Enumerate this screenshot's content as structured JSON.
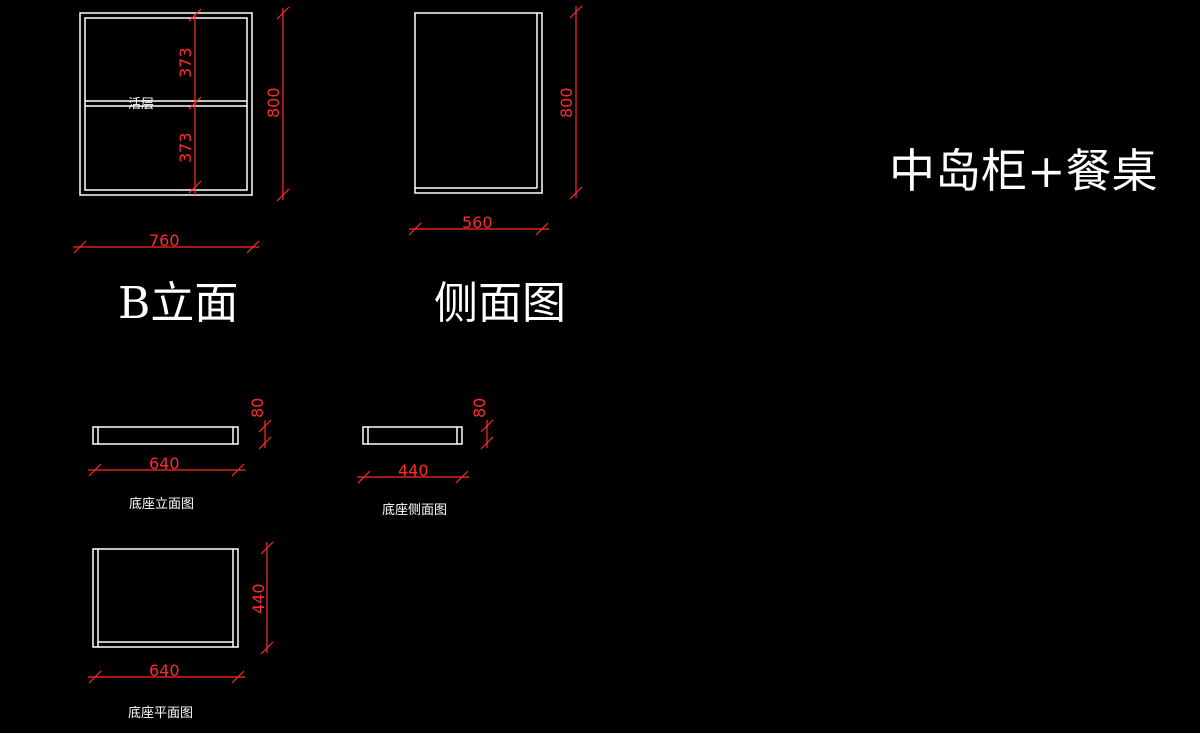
{
  "title": "中岛柜+餐桌",
  "colors": {
    "background": "#000000",
    "geometry": "#ffffff",
    "dimension": "#ff2a2a"
  },
  "views": {
    "b_elevation": {
      "label": "B立面",
      "shelf_label": "活层",
      "width": "760",
      "height": "800",
      "upper": "373",
      "lower": "373"
    },
    "side": {
      "label": "侧面图",
      "width": "560",
      "height": "800"
    },
    "base_elevation": {
      "label": "底座立面图",
      "width": "640",
      "height": "80"
    },
    "base_side": {
      "label": "底座侧面图",
      "width": "440",
      "height": "80"
    },
    "base_plan": {
      "label": "底座平面图",
      "width": "640",
      "height": "440"
    }
  }
}
